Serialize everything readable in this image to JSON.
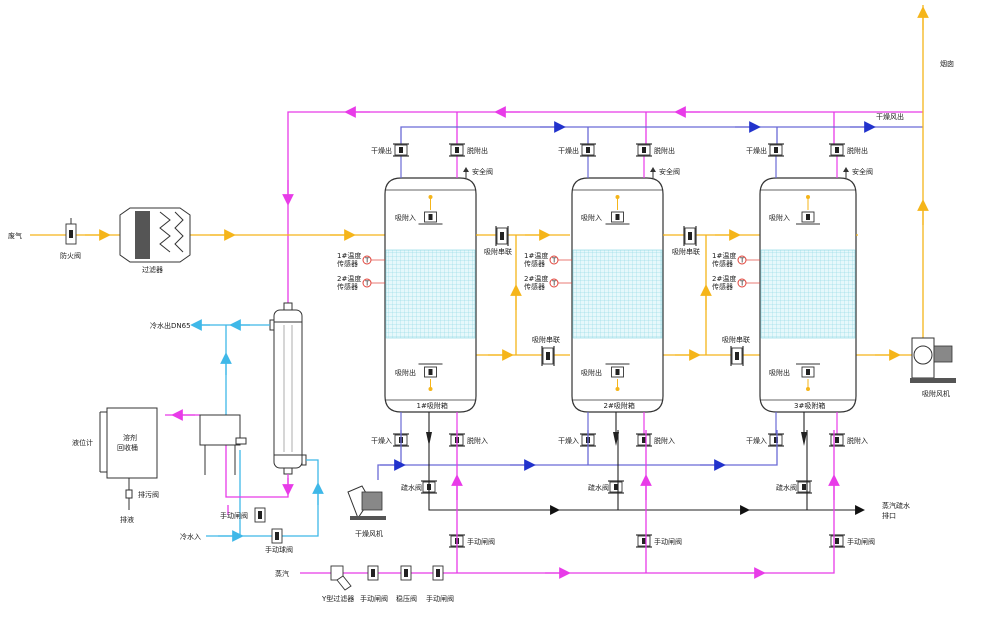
{
  "labels": {
    "chimney": "烟囱",
    "dry_air_out": "干燥风出",
    "waste_gas": "废气",
    "fire_damper": "防火阀",
    "filter": "过滤器",
    "cooling_out": "冷水出DN65",
    "level_gauge": "液位计",
    "recovery_tank_line1": "溶剂",
    "recovery_tank_line2": "回收桶",
    "drain_valve": "排污阀",
    "drain_liquid": "排液",
    "manual_gate_valve": "手动闸阀",
    "cooling_in": "冷水入",
    "manual_ball_valve": "手动球阀",
    "dry_fan": "干燥风机",
    "steam": "蒸汽",
    "y_filter": "Y型过滤器",
    "pressure_valve": "稳压阀",
    "adsorb_fan": "吸附风机",
    "steam_drain_outlet_line1": "蒸汽疏水",
    "steam_drain_outlet_line2": "排口",
    "series_label": "吸附串联"
  },
  "tanks": [
    {
      "name": "1#吸附箱",
      "dry_out": "干燥出",
      "desorb_out": "脱附出",
      "safety_valve": "安全阀",
      "adsorb_in": "吸附入",
      "adsorb_out": "吸附出",
      "temp1_a": "1#温度",
      "temp1_b": "传感器",
      "temp2_a": "2#温度",
      "temp2_b": "传感器",
      "dry_in": "干燥入",
      "desorb_in": "脱附入",
      "drain": "疏水阀",
      "manual_gate": "手动闸阀"
    },
    {
      "name": "2#吸附箱",
      "dry_out": "干燥出",
      "desorb_out": "脱附出",
      "safety_valve": "安全阀",
      "adsorb_in": "吸附入",
      "adsorb_out": "吸附出",
      "temp1_a": "1#温度",
      "temp1_b": "传感器",
      "temp2_a": "2#温度",
      "temp2_b": "传感器",
      "dry_in": "干燥入",
      "desorb_in": "脱附入",
      "drain": "疏水阀",
      "manual_gate": "手动闸阀"
    },
    {
      "name": "3#吸附箱",
      "dry_out": "干燥出",
      "desorb_out": "脱附出",
      "safety_valve": "安全阀",
      "adsorb_in": "吸附入",
      "adsorb_out": "吸附出",
      "temp1_a": "1#温度",
      "temp1_b": "传感器",
      "temp2_a": "2#温度",
      "temp2_b": "传感器",
      "dry_in": "干燥入",
      "desorb_in": "脱附入",
      "drain": "疏水阀",
      "manual_gate": "手动闸阀"
    }
  ],
  "colors": {
    "exhaust": "#f5b51a",
    "steam": "#e83be8",
    "cooling_water": "#3fb8e8",
    "dry_air": "#6a6ad6",
    "drain": "#222222",
    "bed": "#d9f3f7",
    "sensor": "#e0433a"
  }
}
